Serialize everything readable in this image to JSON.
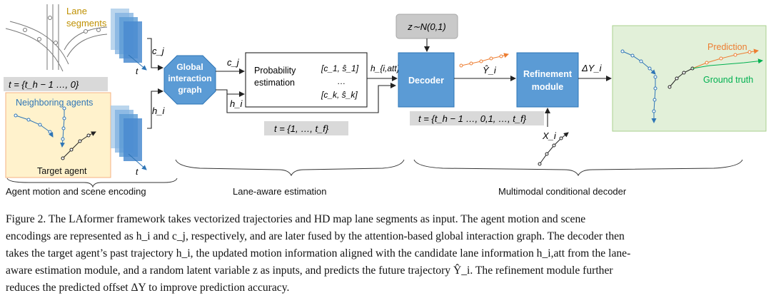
{
  "diagram": {
    "lane_segments_label_line1": "Lane",
    "lane_segments_label_line2": "segments",
    "history_time_label": "t = {t_h − 1 …, 0}",
    "neighboring_agents_label": "Neighboring agents",
    "target_agent_label": "Target agent",
    "encoding_time_axis_label": "t",
    "encoding_time_axis_label_2": "t",
    "lane_feature_label": "c_j",
    "agent_feature_label": "h_i",
    "global_interaction_graph_line1": "Global",
    "global_interaction_graph_line2": "interaction",
    "global_interaction_graph_line3": "graph",
    "graph_out_lane_label": "c_j",
    "graph_out_agent_label": "h_i",
    "probability_estimation_line1": "Probability",
    "probability_estimation_line2": "estimation",
    "candidate_first": "[c_1, ŝ_1]",
    "candidate_ellipsis": "…",
    "candidate_last": "[c_k, ŝ_k]",
    "attention_feature_label": "h_{i,att}",
    "future_time_label": "t = {1, …, t_f}",
    "latent_label": "z∼N(0,1)",
    "decoder_label": "Decoder",
    "predicted_traj_label": "Ŷ_i",
    "refinement_line1": "Refinement",
    "refinement_line2": "module",
    "offset_label": "ΔY_i",
    "full_time_label": "t = {t_h − 1 …, 0,1, …, t_f}",
    "past_traj_label": "X_i",
    "prediction_label": "Prediction",
    "ground_truth_label": "Ground truth",
    "section_1": "Agent motion and scene encoding",
    "section_2": "Lane-aware estimation",
    "section_3": "Multimodal conditional decoder"
  },
  "caption": {
    "line_1": "Figure 2. The LAformer framework takes vectorized trajectories and HD map lane segments as input.  The agent motion and scene",
    "line_2": "encodings are represented as h_i and c_j, respectively, and are later fused by the attention-based global interaction graph. The decoder then",
    "line_3": "takes the target agent’s past trajectory h_i, the updated motion information aligned with the candidate lane information h_i,att from the lane-",
    "line_4": "aware estimation module, and a random latent variable z as inputs, and predicts the future trajectory Ŷ_i.  The refinement module further",
    "line_5": "reduces the predicted offset ΔY to improve prediction accuracy."
  },
  "colors": {
    "block_blue": "#5b9bd5",
    "block_blue_dark": "#2e75b6",
    "latent_gray": "#c9c9c9",
    "time_label_gray": "#d9d9d9",
    "history_panel_fill": "#fff2cc",
    "history_panel_border": "#f4b183",
    "output_panel_fill": "#e2f0d9",
    "output_panel_border": "#a9d18e",
    "neighbor_blue": "#2e75b6",
    "lane_text": "#bf9000",
    "prediction_orange": "#ed7d31",
    "ground_truth_green": "#00b050"
  }
}
